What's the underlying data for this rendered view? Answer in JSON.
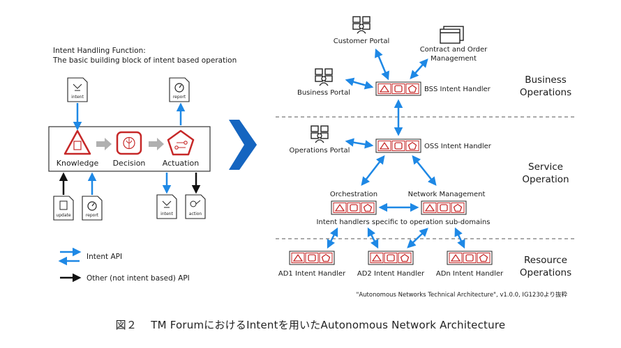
{
  "left": {
    "heading_line1": "Intent Handling Function:",
    "heading_line2": "The basic building block of intent based operation",
    "doc_intent_top": "intent",
    "doc_report_top": "report",
    "knowledge": "Knowledge",
    "decision": "Decision",
    "actuation": "Actuation",
    "doc_update": "update",
    "doc_report_bottom": "report",
    "doc_intent_bottom": "intent",
    "doc_action": "action",
    "legend_intent_api": "Intent API",
    "legend_other_api": "Other (not intent based) API"
  },
  "right": {
    "customer_portal": "Customer Portal",
    "contract_line1": "Contract and Order",
    "contract_line2": "Management",
    "business_portal": "Business Portal",
    "bss_handler": "BSS Intent Handler",
    "operations_portal": "Operations Portal",
    "oss_handler": "OSS Intent Handler",
    "orchestration": "Orchestration",
    "network_management": "Network Management",
    "subdomain_note": "Intent handlers specific to operation sub-domains",
    "ad1": "AD1 Intent Handler",
    "ad2": "AD2 Intent Handler",
    "adn": "ADn Intent Handler",
    "layer_business_1": "Business",
    "layer_business_2": "Operations",
    "layer_service_1": "Service",
    "layer_service_2": "Operation",
    "layer_resource_1": "Resource",
    "layer_resource_2": "Operations",
    "source": "\"Autonomous Networks Technical Architecture\", v1.0.0, IG1230より抜粋"
  },
  "caption": "図２　 TM ForumにおけるIntentを用いたAutonomous Network Architecture",
  "colors": {
    "intent_api": "#1e88e5",
    "handler_red": "#c62828",
    "other_api": "#111111",
    "big_arrow": "#1565c0"
  }
}
